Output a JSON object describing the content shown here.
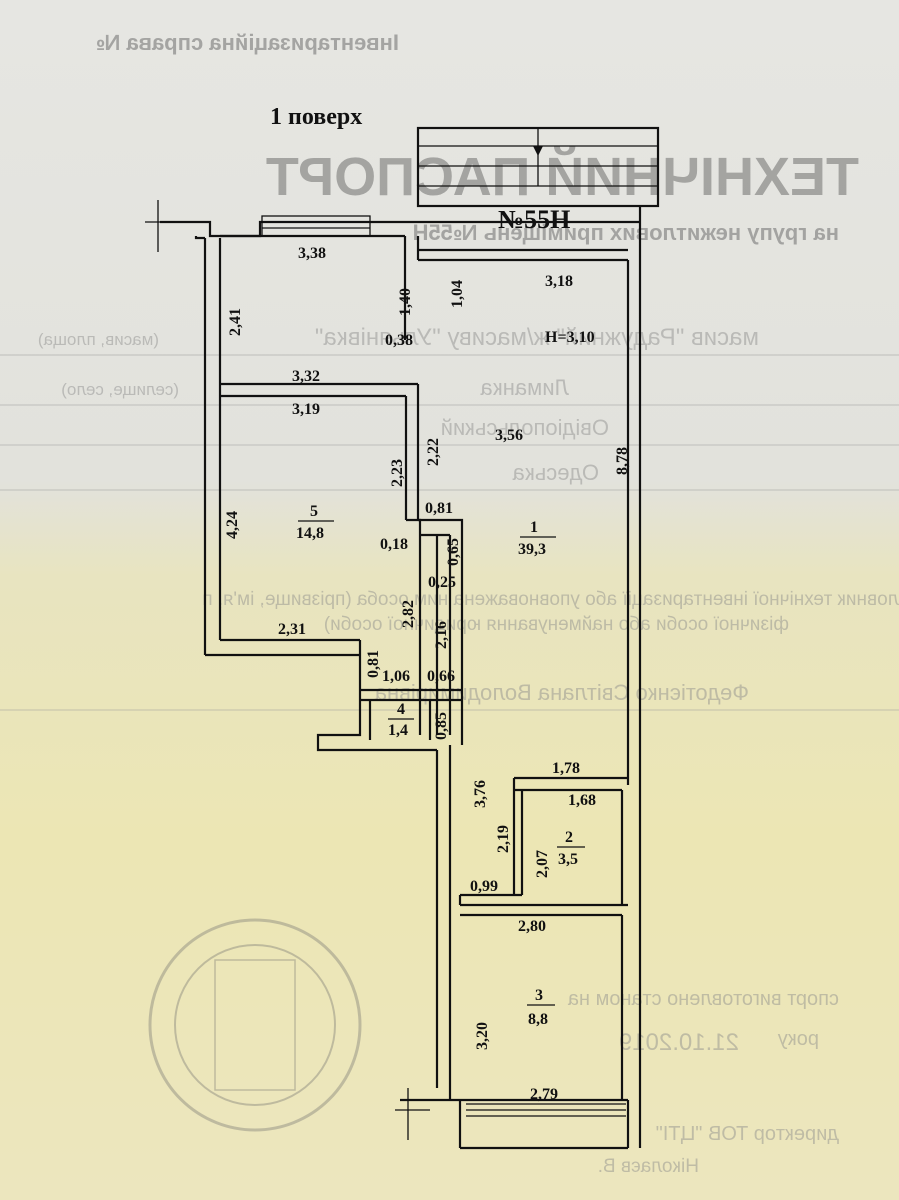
{
  "plan": {
    "floor_title": "1 поверх",
    "premises_number": "№55Н",
    "ceiling_height": "Н=3,10",
    "rooms": [
      {
        "id": "1",
        "number": "1",
        "area": "39,3"
      },
      {
        "id": "2",
        "number": "2",
        "area": "3,5"
      },
      {
        "id": "3",
        "number": "3",
        "area": "8,8"
      },
      {
        "id": "4",
        "number": "4",
        "area": "1,4"
      },
      {
        "id": "5",
        "number": "5",
        "area": "14,8"
      }
    ],
    "dimensions": {
      "d338": "3,38",
      "d140": "1,40",
      "d104": "1,04",
      "d318": "3,18",
      "d241": "2,41",
      "d038": "0,38",
      "d332": "3,32",
      "d319": "3,19",
      "d223": "2,23",
      "d222": "2,22",
      "d356": "3,56",
      "d878": "8,78",
      "d424": "4,24",
      "d081a": "0,81",
      "d018": "0,18",
      "d065": "0,65",
      "d025": "0,25",
      "d282": "2,82",
      "d216": "2,16",
      "d231": "2,31",
      "d081b": "0,81",
      "d106": "1,06",
      "d066": "0,66",
      "d085": "0,85",
      "d376": "3,76",
      "d178": "1,78",
      "d168": "1,68",
      "d219": "2,19",
      "d207": "2,07",
      "d099": "0,99",
      "d280": "2,80",
      "d320": "3,20",
      "d279": "2,79"
    }
  },
  "background_form": {
    "header": "Інвентаризаційна справа №",
    "title": "ТЕХНІЧНИЙ ПАСПОРТ",
    "subtitle": "на групу нежитлових приміщень №55Н",
    "address": "масив \"Радужний\" ж/масиву \"Ульянівка\"",
    "address_hint": "(масив, площа)",
    "locality": "Лиманка",
    "locality_hint": "(селище, село)",
    "district": "Овідіопольський",
    "region": "Одеська",
    "performer_line1": "ловник технічної інвентаризації або уповноважена ним особа (прізвище, ім'я, п",
    "performer_line2": "фізичної особи або найменування юридичної особи)",
    "owner": "Федотієнко Світлана Володимирівна",
    "prepared": "спорт виготовлено станом на",
    "date": "21.10.2019",
    "year": "року",
    "company": "директор ТОВ \"ЦТІ\"",
    "signer": "Ніколаєв В."
  }
}
